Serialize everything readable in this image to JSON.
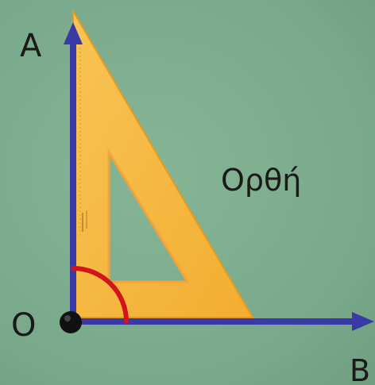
{
  "labels": {
    "a": "A",
    "o": "O",
    "b": "B",
    "angle_name": "Ορθή"
  },
  "colors": {
    "background": "#7fae8f",
    "ray": "#3a3aa6",
    "set_square": "#f5b43a",
    "set_square_edge": "#e89a1c",
    "angle_arc": "#d4141c",
    "vertex": "#111111"
  },
  "icons": {
    "vertex": "filled-circle",
    "ray_end": "arrowhead"
  }
}
